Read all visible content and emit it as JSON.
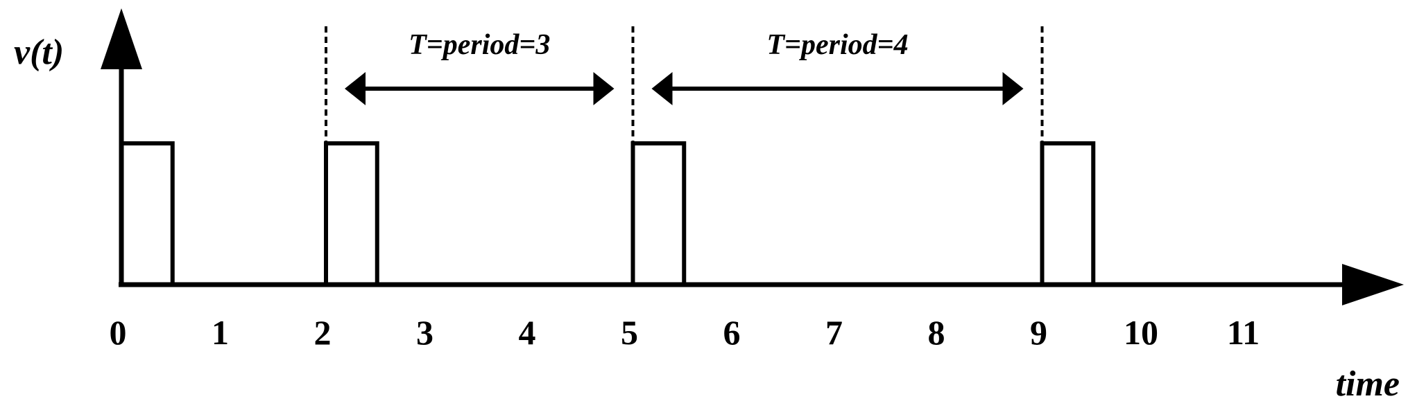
{
  "diagram": {
    "y_axis_label": "v(t)",
    "x_axis_label": "time",
    "tick_labels": [
      "0",
      "1",
      "2",
      "3",
      "4",
      "5",
      "6",
      "7",
      "8",
      "9",
      "10",
      "11"
    ],
    "pulse_starts": [
      0,
      2,
      5,
      9
    ],
    "pulse_width": 0.5,
    "pulse_height": 1,
    "periods": [
      {
        "label": "T=period=3",
        "from": 2,
        "to": 5
      },
      {
        "label": "T=period=4",
        "from": 5,
        "to": 9
      }
    ],
    "colors": {
      "stroke": "#000000",
      "background": "#ffffff"
    }
  }
}
